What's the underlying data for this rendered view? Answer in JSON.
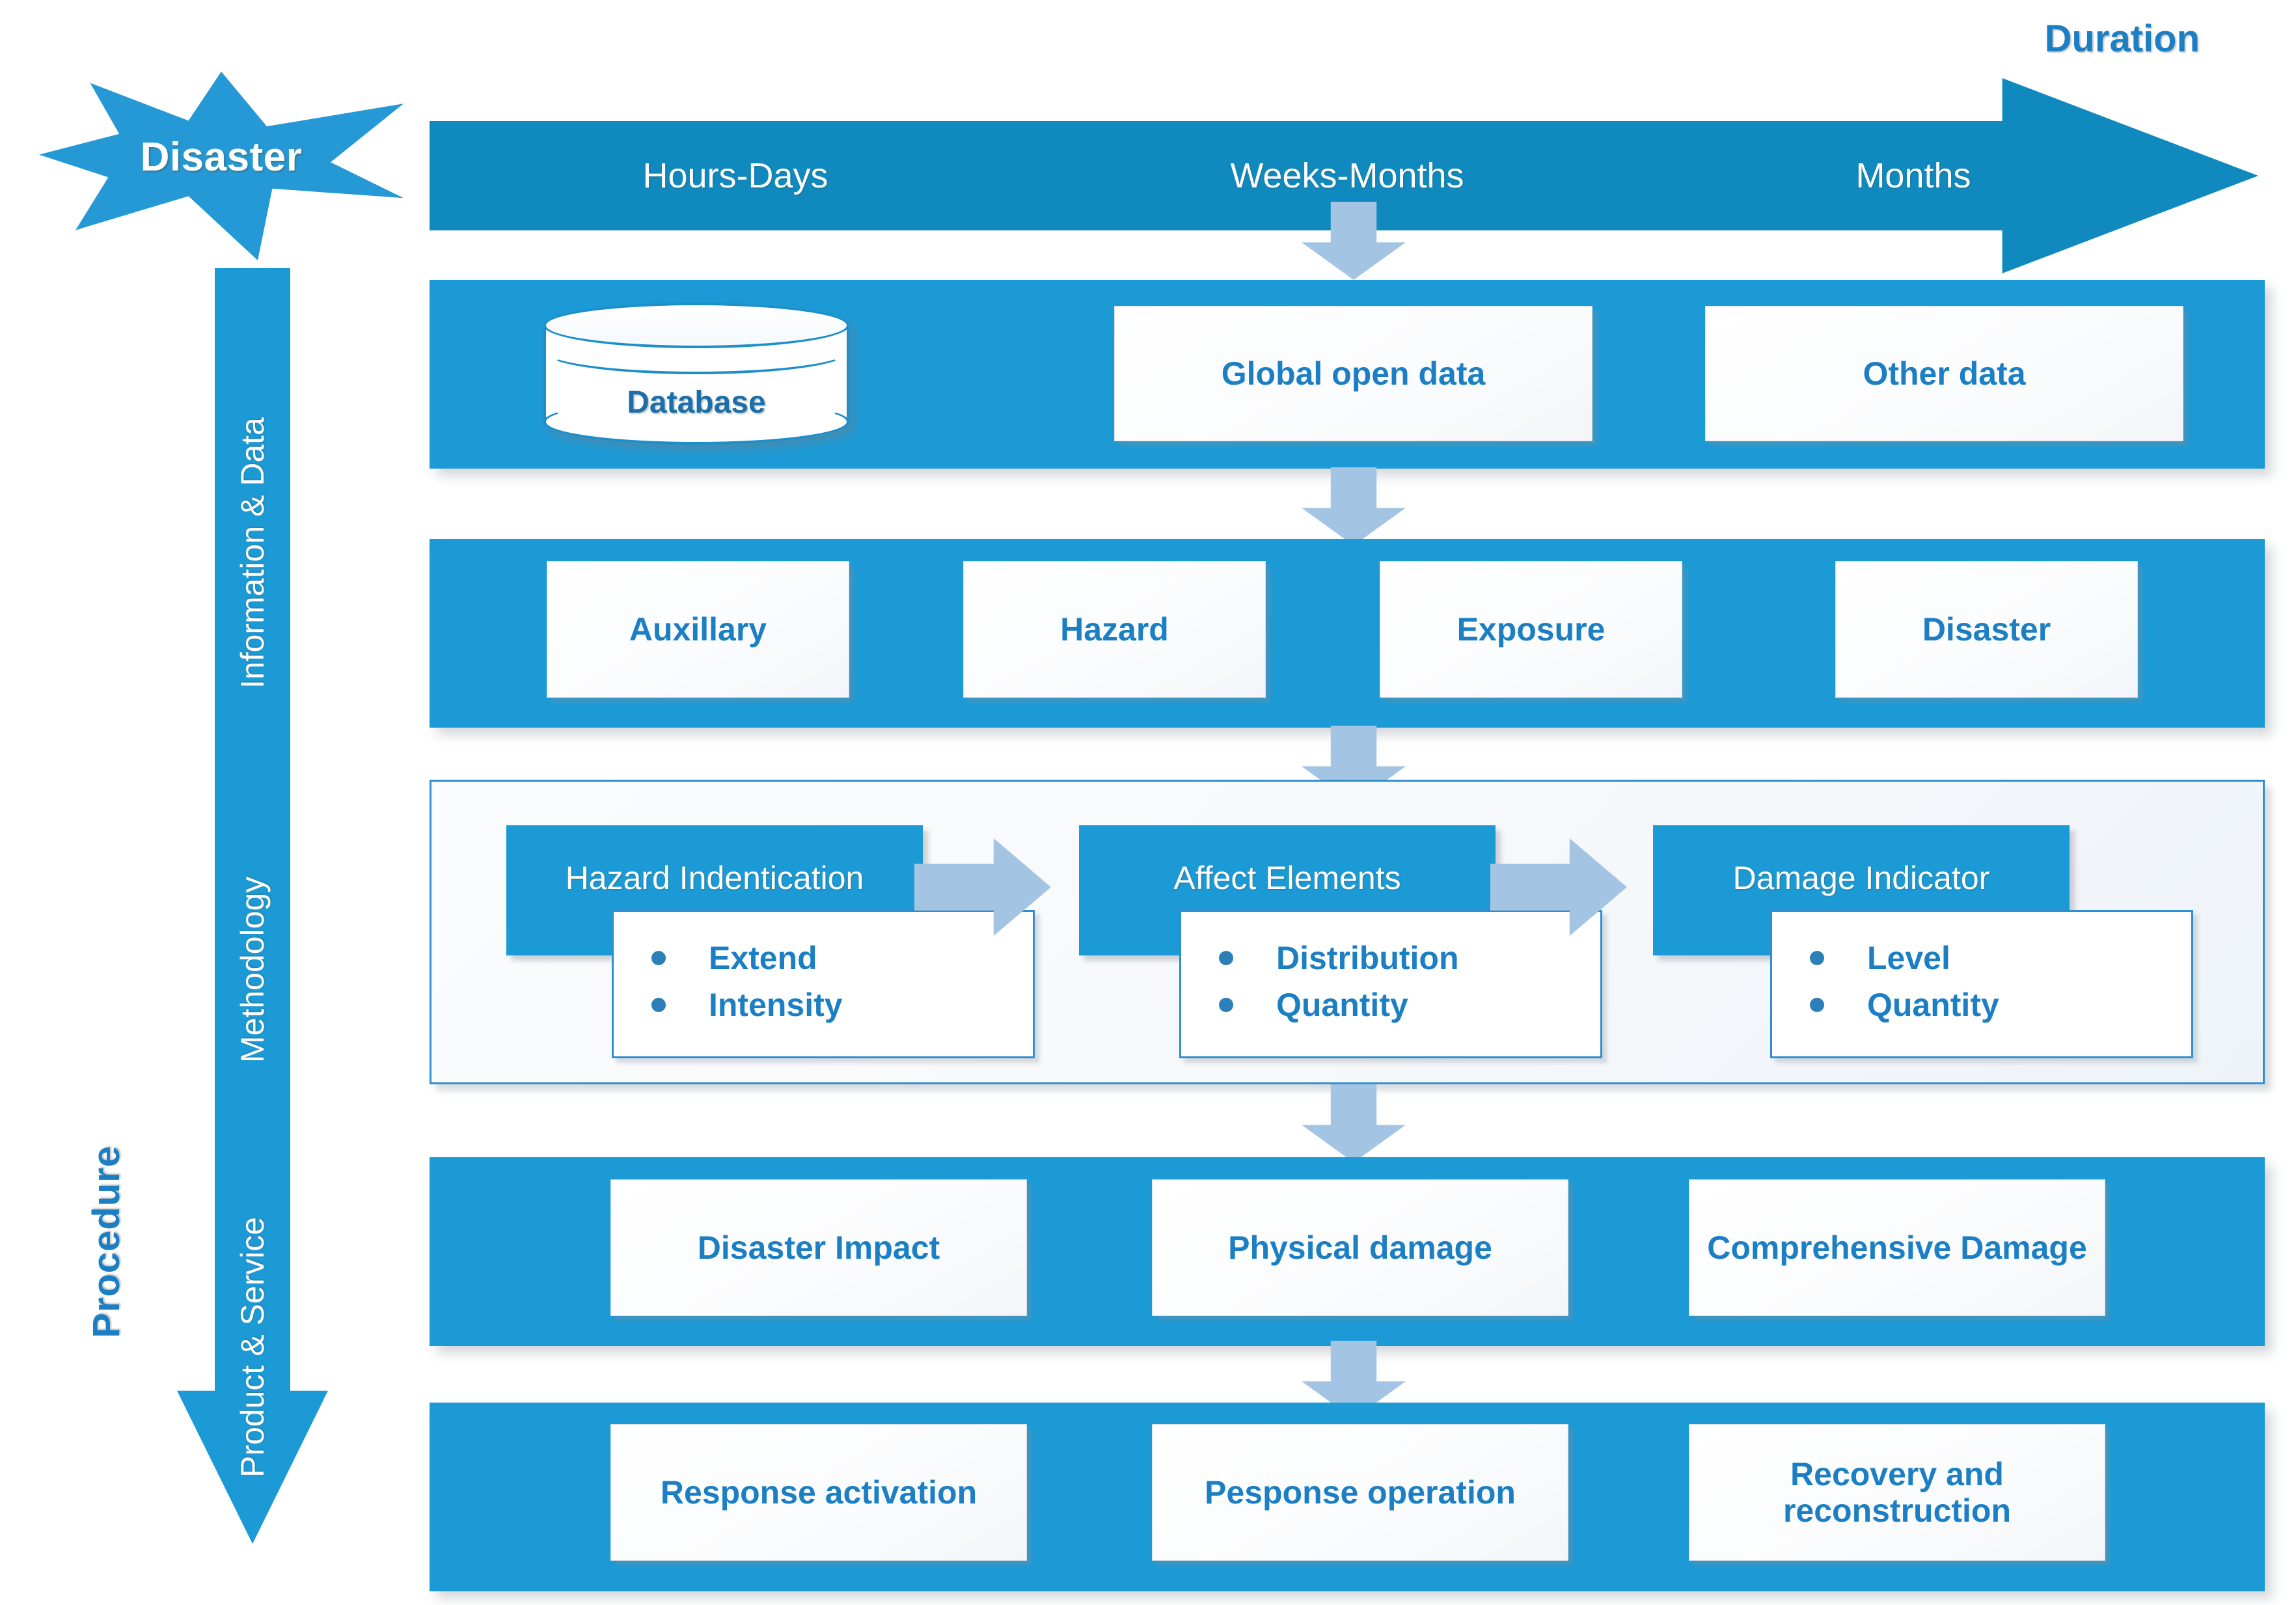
{
  "colors": {
    "primary_blue": "#1C9AD6",
    "dark_blue_bar": "#108ABE",
    "text_blue": "#1C7FC4",
    "arrow_light_blue": "#A3C5E3",
    "box_white": "#FFFFFF"
  },
  "trigger": {
    "label": "Disaster"
  },
  "timeline": {
    "title": "Duration",
    "segments": [
      {
        "label": "Hours-Days"
      },
      {
        "label": "Weeks-Months"
      },
      {
        "label": "Months"
      }
    ]
  },
  "procedure": {
    "label": "Procedure",
    "bands": [
      {
        "label": "Information & Data"
      },
      {
        "label": "Methodology"
      },
      {
        "label": "Product & Service"
      }
    ]
  },
  "rows": {
    "data_sources": {
      "database": {
        "label": "Database"
      },
      "boxes": [
        {
          "label": "Global open data"
        },
        {
          "label": "Other data"
        }
      ]
    },
    "data_types": {
      "boxes": [
        {
          "label": "Auxillary"
        },
        {
          "label": "Hazard"
        },
        {
          "label": "Exposure"
        },
        {
          "label": "Disaster"
        }
      ]
    },
    "methodology": {
      "steps": [
        {
          "title": "Hazard Indentication",
          "bullets": [
            "Extend",
            "Intensity"
          ]
        },
        {
          "title": "Affect Elements",
          "bullets": [
            "Distribution",
            "Quantity"
          ]
        },
        {
          "title": "Damage Indicator",
          "bullets": [
            "Level",
            "Quantity"
          ]
        }
      ]
    },
    "products": {
      "boxes": [
        {
          "label": "Disaster Impact"
        },
        {
          "label": "Physical damage"
        },
        {
          "label": "Comprehensive Damage"
        }
      ]
    },
    "services": {
      "boxes": [
        {
          "label": "Response activation"
        },
        {
          "label": "Pesponse operation"
        },
        {
          "label": "Recovery and reconstruction"
        }
      ]
    }
  }
}
